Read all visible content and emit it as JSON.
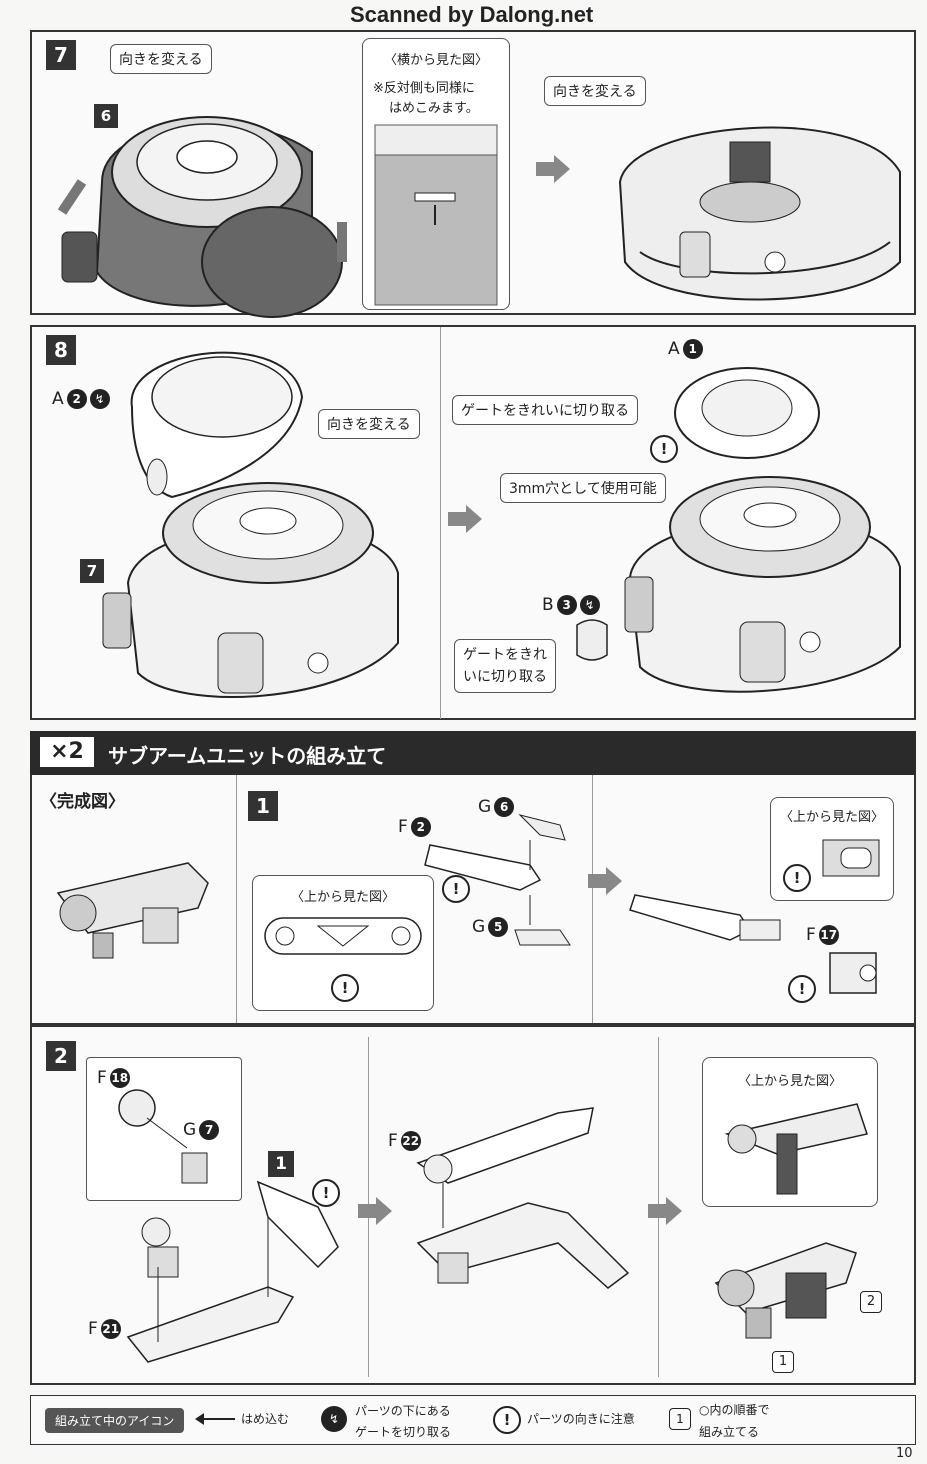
{
  "header": {
    "watermark": "Scanned by Dalong.net",
    "page_number": "10"
  },
  "step7": {
    "number": "7",
    "sub_part_number": "6",
    "callout_rotate_left": "向きを変える",
    "side_view_title": "〈横から見た図〉",
    "side_view_note_line1": "※反対側も同様に",
    "side_view_note_line2": "はめこみます。",
    "callout_rotate_right": "向きを変える"
  },
  "step8": {
    "number": "8",
    "part_A2_letter": "A",
    "part_A2_num": "2",
    "callout_rotate": "向きを変える",
    "sub_part_number": "7",
    "part_A1_letter": "A",
    "part_A1_num": "1",
    "callout_gate_cut": "ゲートをきれいに切り取る",
    "callout_hole": "3mm穴として使用可能",
    "part_B3_letter": "B",
    "part_B3_num": "3",
    "callout_gate_cut2_line1": "ゲートをきれ",
    "callout_gate_cut2_line2": "いに切り取る"
  },
  "section": {
    "multiplier": "×2",
    "title": "サブアームユニットの組み立て"
  },
  "completed": {
    "title": "〈完成図〉"
  },
  "step1": {
    "number": "1",
    "part_F2_letter": "F",
    "part_F2_num": "2",
    "part_G6_letter": "G",
    "part_G6_num": "6",
    "part_G5_letter": "G",
    "part_G5_num": "5",
    "top_view_title": "〈上から見た図〉",
    "top_view_title2": "〈上から見た図〉",
    "part_F17_letter": "F",
    "part_F17_num": "17"
  },
  "step2": {
    "number": "2",
    "part_F18_letter": "F",
    "part_F18_num": "18",
    "part_G7_letter": "G",
    "part_G7_num": "7",
    "sub_step_number": "1",
    "part_F21_letter": "F",
    "part_F21_num": "21",
    "part_F22_letter": "F",
    "part_F22_num": "22",
    "top_view_title": "〈上から見た図〉",
    "order_1": "1",
    "order_2": "2"
  },
  "legend": {
    "title": "組み立て中のアイコン",
    "item1": "はめ込む",
    "item2_line1": "パーツの下にある",
    "item2_line2": "ゲートを切り取る",
    "item3": "パーツの向きに注意",
    "item4_line1": "○内の順番で",
    "item4_line2": "組み立てる",
    "item4_num": "1"
  }
}
